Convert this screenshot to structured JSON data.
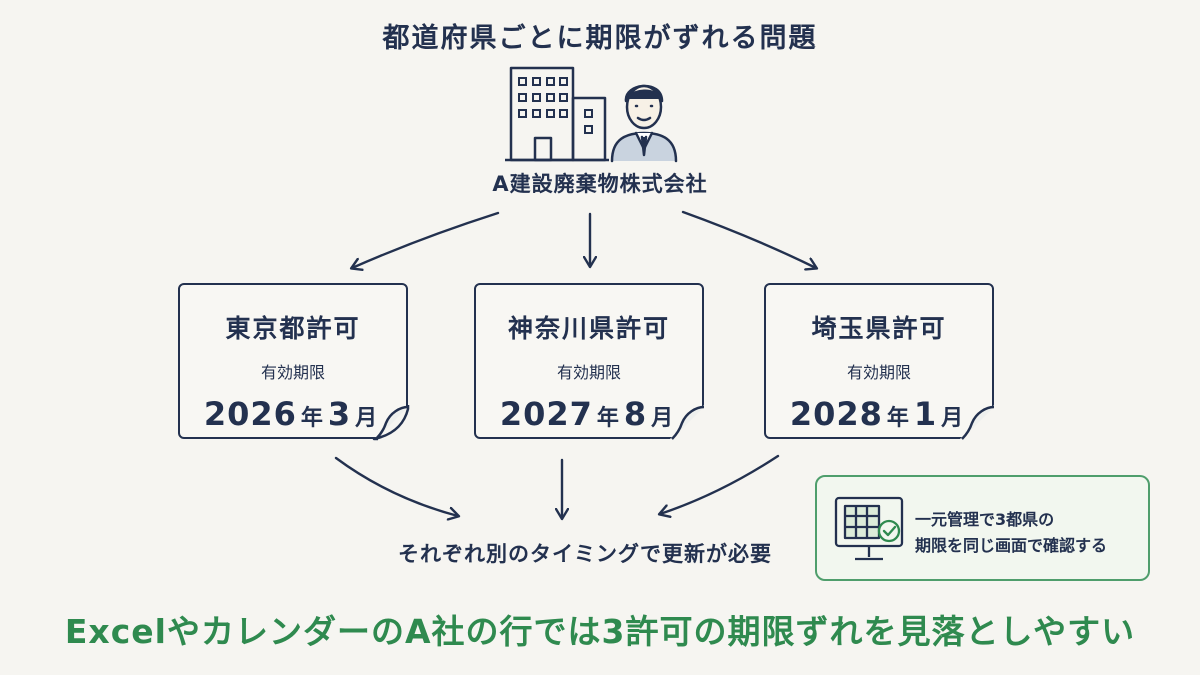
{
  "title": "都道府県ごとに期限がずれる問題",
  "company": "A建設廃棄物株式会社",
  "permits": [
    {
      "name": "東京都許可",
      "label": "有効期限",
      "year": "2026",
      "year_unit": "年",
      "month": "3",
      "month_unit": "月"
    },
    {
      "name": "神奈川県許可",
      "label": "有効期限",
      "year": "2027",
      "year_unit": "年",
      "month": "8",
      "month_unit": "月"
    },
    {
      "name": "埼玉県許可",
      "label": "有効期限",
      "year": "2028",
      "year_unit": "年",
      "month": "1",
      "month_unit": "月"
    }
  ],
  "bottom_note": "それぞれ別のタイミングで更新が必要",
  "solution": {
    "line1": "一元管理で3都県の",
    "line2": "期限を同じ画面で確認する"
  },
  "headline": "ExcelやカレンダーのA社の行では3許可の期限ずれを見落としやすい",
  "colors": {
    "ink": "#23314f",
    "accent_green": "#2f8a4f",
    "box_green": "#4f9e6c",
    "background": "#f6f5f1"
  },
  "icons": [
    "office-building-icon",
    "businessman-icon",
    "spreadsheet-monitor-icon",
    "check-icon"
  ]
}
